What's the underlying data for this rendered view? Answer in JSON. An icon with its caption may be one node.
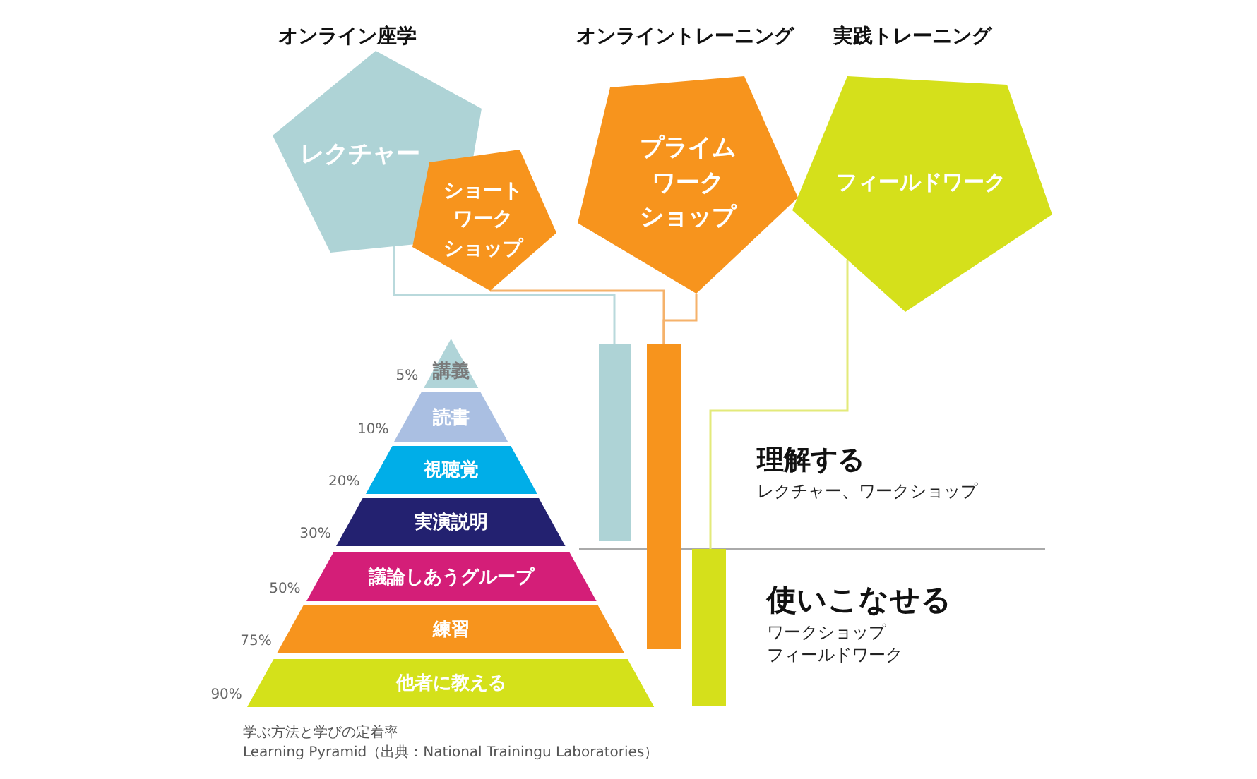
{
  "diagram": {
    "nodes": [
      {
        "text": [
          "オンライン座学",
          "レクチャー"
        ]
      },
      {
        "text": [
          "ショートワークショップ"
        ]
      },
      {
        "text": [
          "オンライントレーニング",
          "プライムワークショップ"
        ]
      },
      {
        "text": [
          "実践トレーニング",
          "フィールドワーク"
        ]
      },
      {
        "text": [],
        "shape": "bar"
      },
      {
        "text": [],
        "shape": "bar"
      },
      {
        "text": [],
        "shape": "bar"
      },
      {
        "text": [
          "講義"
        ],
        "beside": [
          "5%"
        ]
      },
      {
        "text": [
          "読書"
        ],
        "beside": [
          "10%"
        ]
      },
      {
        "text": [
          "視聴覚"
        ],
        "beside": [
          "20%"
        ]
      },
      {
        "text": [
          "実演説明"
        ],
        "beside": [
          "30%"
        ]
      },
      {
        "text": [
          "議論しあうグループ"
        ],
        "beside": [
          "50%"
        ]
      },
      {
        "text": [
          "練習"
        ],
        "beside": [
          "75%"
        ]
      },
      {
        "text": [
          "他者に教える"
        ],
        "beside": [
          "90%"
        ]
      }
    ],
    "edges": [
      {
        "from": 0,
        "to": 4,
        "arrow": "none",
        "color": "#b9d9dc"
      },
      {
        "from": 1,
        "to": 5,
        "arrow": "none"
      },
      {
        "from": 2,
        "to": 5,
        "arrow": "none"
      },
      {
        "from": 3,
        "to": 6,
        "arrow": "none",
        "color": "#e3ea7a"
      }
    ],
    "labels": [
      "理解する",
      "レクチャー、ワークショップ",
      "使いこなせる",
      "ワークショップ",
      "フィールドワーク",
      "学ぶ方法と学びの定着率",
      "Learning Pyramid（出典：National Trainingu Laboratories）"
    ]
  }
}
